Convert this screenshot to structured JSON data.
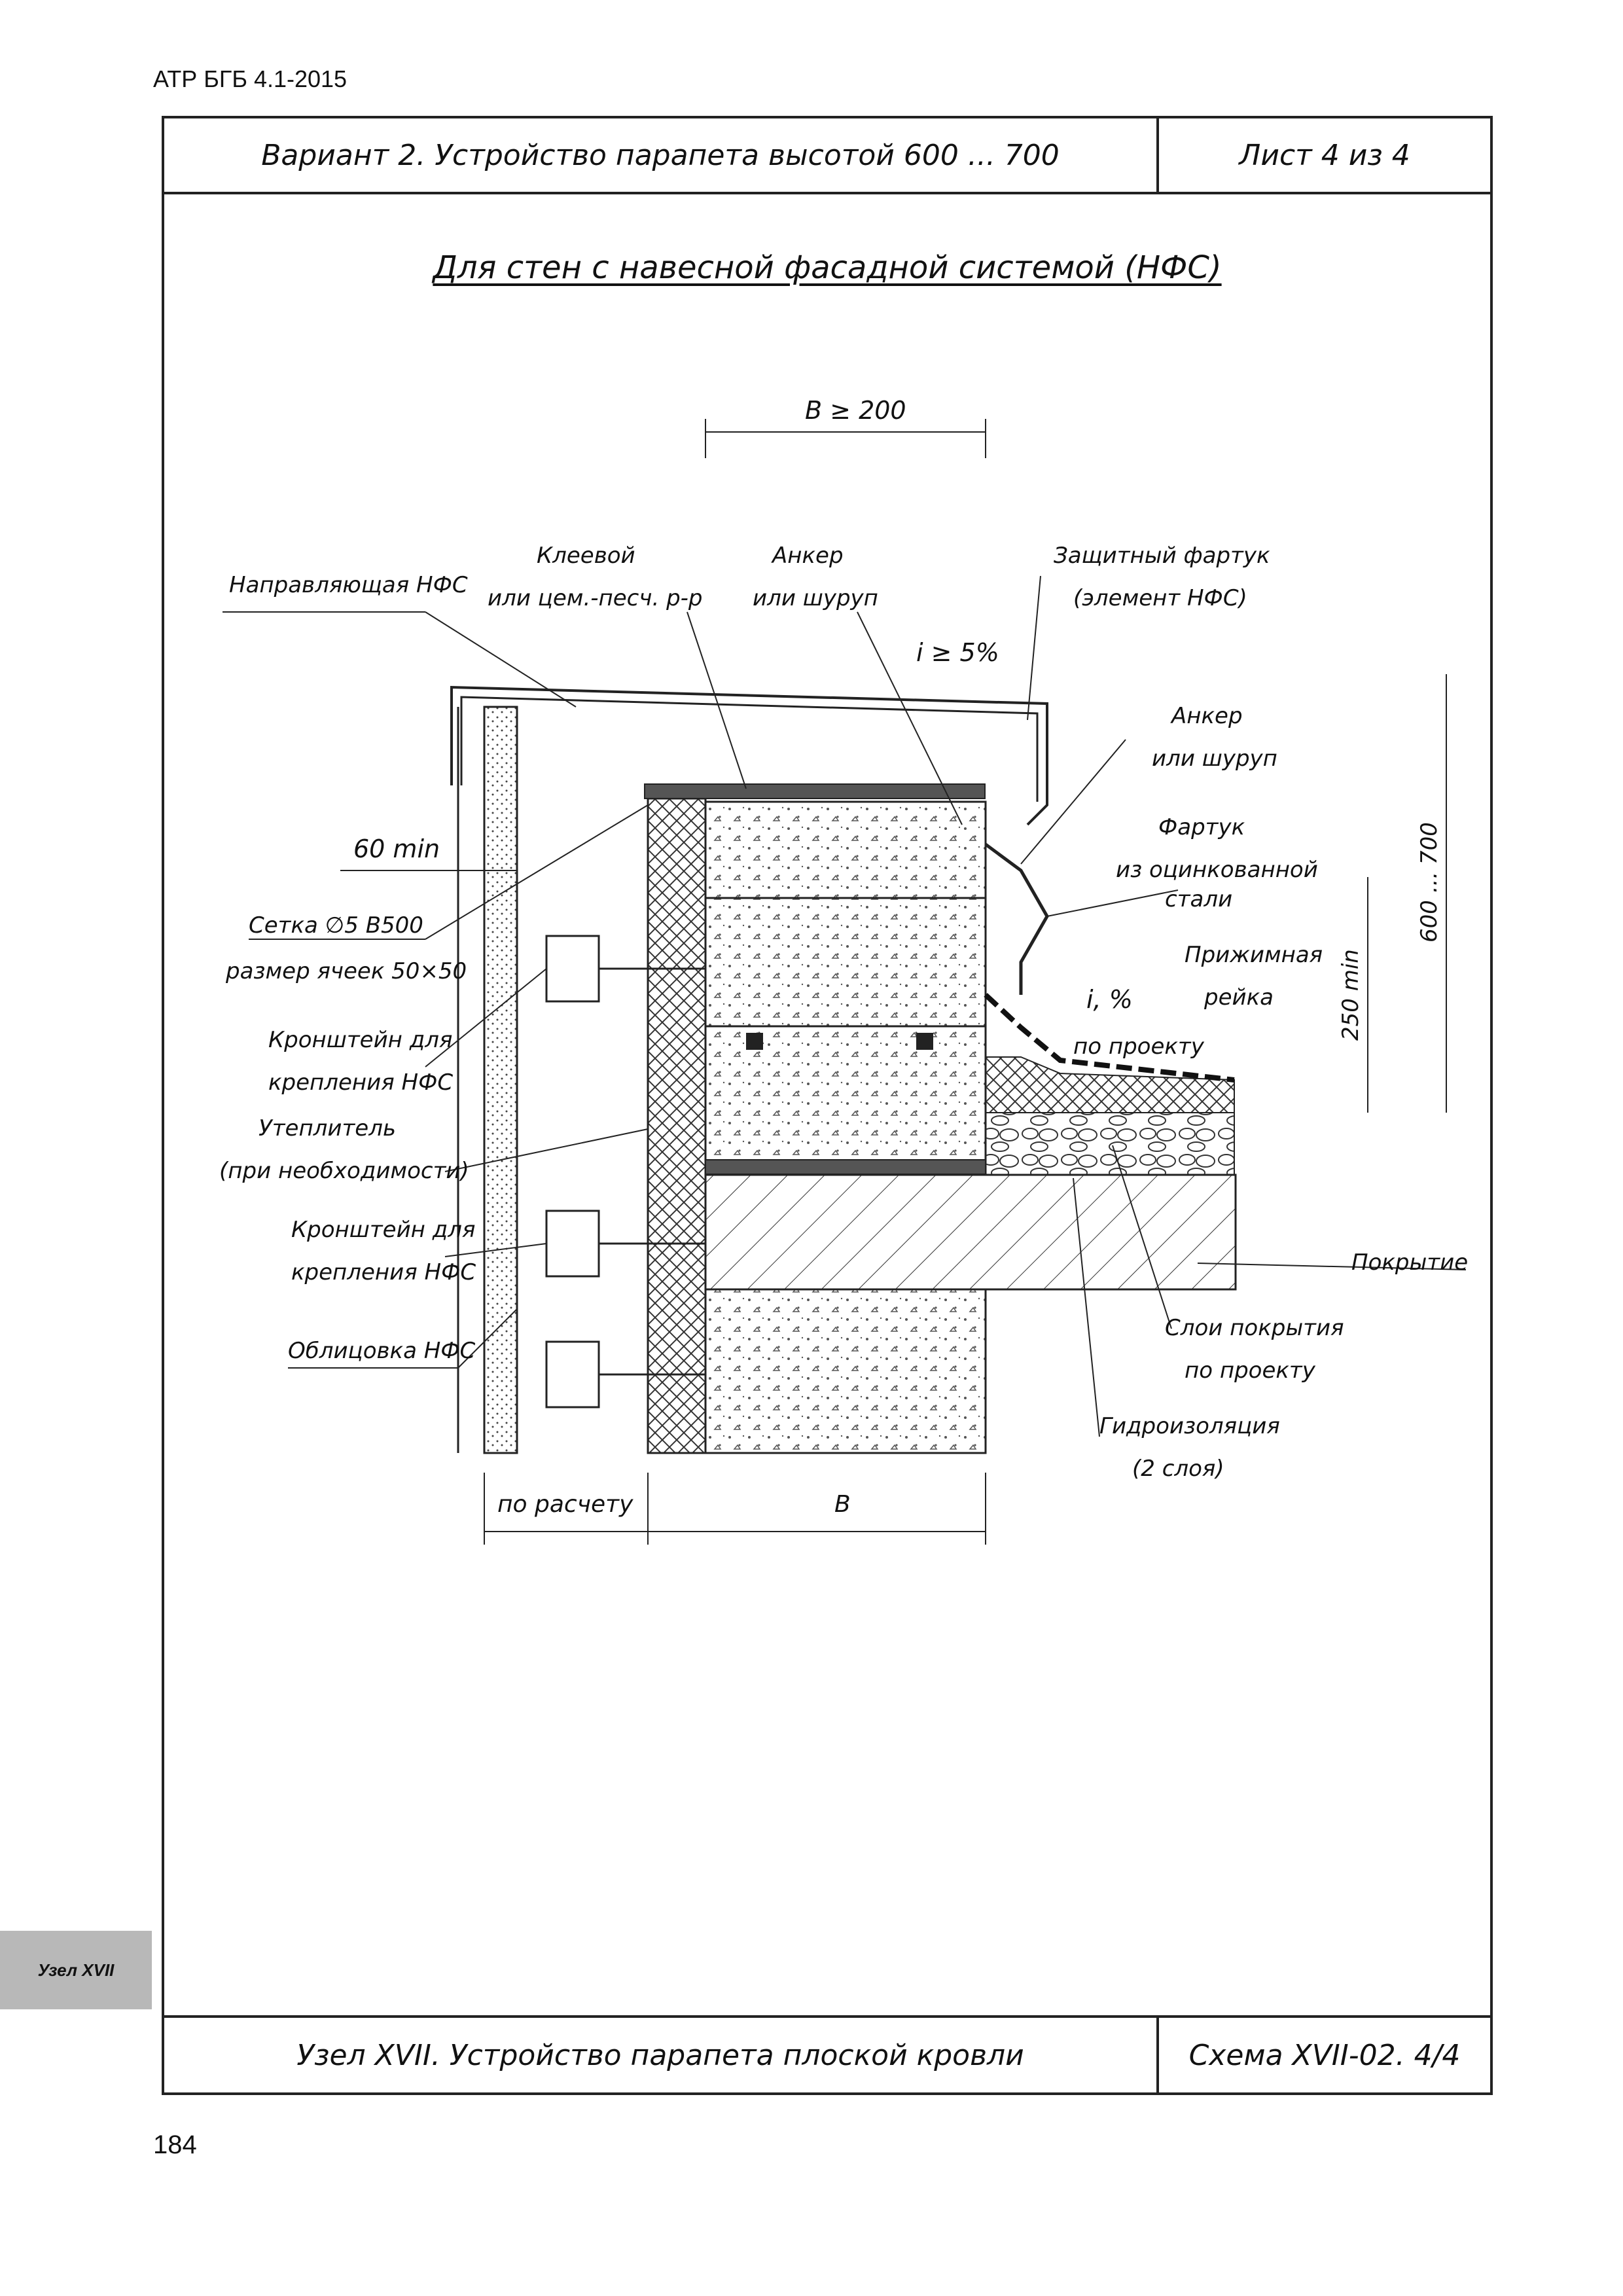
{
  "doc_code": "АТР БГБ 4.1-2015",
  "page_number": "184",
  "side_tab": "Узел XVII",
  "header": {
    "variant": "Вариант 2. Устройство парапета высотой 600 ... 700",
    "sheet": "Лист 4 из 4"
  },
  "title": "Для стен с навесной фасадной системой (НФС)",
  "footer": {
    "node": "Узел XVII. Устройство парапета плоской кровли",
    "scheme": "Схема XVII-02. 4/4"
  },
  "dims": {
    "top": "B ≥ 200",
    "slope_top": "i ≥ 5%",
    "min60": "60 min",
    "h600": "600 ... 700",
    "h250": "250 min",
    "slope_roof": "i, %",
    "slope_roof2": "по проекту",
    "bottom_left": "по расчету",
    "bottom_b": "В"
  },
  "labels": {
    "glue1": "Клеевой",
    "glue2": "или цем.-песч. р-р",
    "anchor_top1": "Анкер",
    "anchor_top2": "или шуруп",
    "apron1": "Защитный фартук",
    "apron2": "(элемент НФС)",
    "guide": "Направляющая НФС",
    "anchor_r1": "Анкер",
    "anchor_r2": "или шуруп",
    "flash1": "Фартук",
    "flash2": "из оцинкованной",
    "flash3": "стали",
    "clamp1": "Прижимная",
    "clamp2": "рейка",
    "mesh1": "Сетка ∅5 B500",
    "mesh2": "размер ячеек 50×50",
    "bracket1a": "Кронштейн для",
    "bracket1b": "крепления НФС",
    "insul1": "Утеплитель",
    "insul2": "(при необходимости)",
    "bracket2a": "Кронштейн для",
    "bracket2b": "крепления НФС",
    "cladding": "Облицовка НФС",
    "covering": "Покрытие",
    "layers1": "Слои покрытия",
    "layers2": "по проекту",
    "water1": "Гидроизоляция",
    "water2": "(2 слоя)"
  }
}
